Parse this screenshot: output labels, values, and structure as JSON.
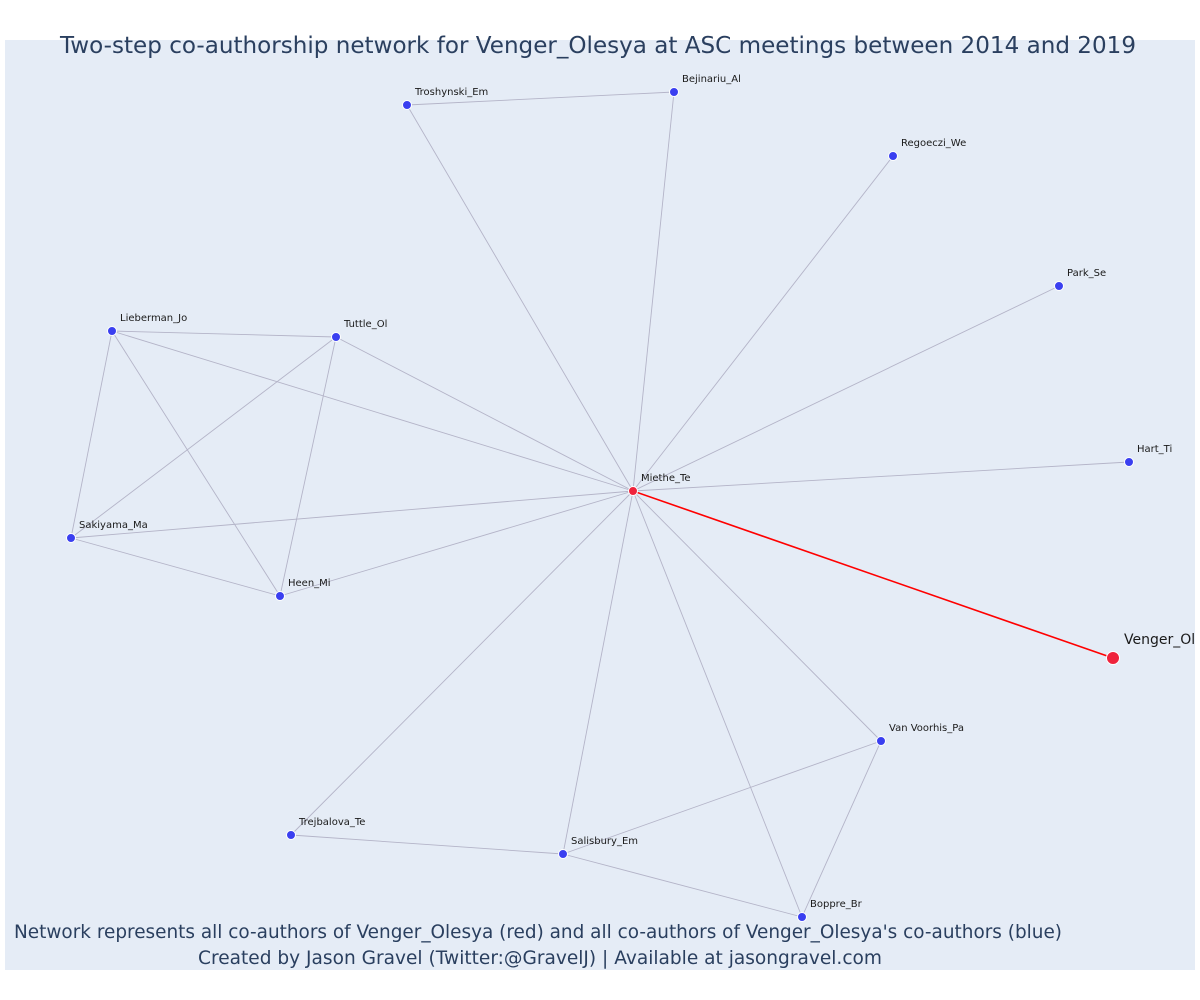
{
  "title": "Two-step co-authorship network for Venger_Olesya at ASC meetings between 2014 and 2019",
  "footer": {
    "line1": "Network represents all co-authors of Venger_Olesya (red) and all co-authors of Venger_Olesya's co-authors (blue)",
    "line2": "Created by Jason Gravel (Twitter:@GravelJ) | Available at jasongravel.com"
  },
  "colors": {
    "plot_background": "#e5ecf6",
    "first_degree": "#ef233c",
    "second_degree": "#3a3ff0",
    "edge": "#b4b4c8",
    "ego_edge": "#ff0000",
    "text": "#2a3f5f"
  },
  "chart_data": {
    "type": "network",
    "ego": "Venger_Ol",
    "nodes": [
      {
        "id": "Venger_Ol",
        "group": "ego"
      },
      {
        "id": "Miethe_Te",
        "group": "first_degree"
      },
      {
        "id": "Troshynski_Em",
        "group": "second_degree"
      },
      {
        "id": "Bejinariu_Al",
        "group": "second_degree"
      },
      {
        "id": "Regoeczi_We",
        "group": "second_degree"
      },
      {
        "id": "Park_Se",
        "group": "second_degree"
      },
      {
        "id": "Lieberman_Jo",
        "group": "second_degree"
      },
      {
        "id": "Tuttle_Ol",
        "group": "second_degree"
      },
      {
        "id": "Hart_Ti",
        "group": "second_degree"
      },
      {
        "id": "Sakiyama_Ma",
        "group": "second_degree"
      },
      {
        "id": "Heen_Mi",
        "group": "second_degree"
      },
      {
        "id": "Van Voorhis_Pa",
        "group": "second_degree"
      },
      {
        "id": "Trejbalova_Te",
        "group": "second_degree"
      },
      {
        "id": "Salisbury_Em",
        "group": "second_degree"
      },
      {
        "id": "Boppre_Br",
        "group": "second_degree"
      }
    ],
    "edges": [
      [
        "Miethe_Te",
        "Venger_Ol"
      ],
      [
        "Miethe_Te",
        "Troshynski_Em"
      ],
      [
        "Miethe_Te",
        "Bejinariu_Al"
      ],
      [
        "Miethe_Te",
        "Regoeczi_We"
      ],
      [
        "Miethe_Te",
        "Park_Se"
      ],
      [
        "Miethe_Te",
        "Hart_Ti"
      ],
      [
        "Miethe_Te",
        "Lieberman_Jo"
      ],
      [
        "Miethe_Te",
        "Tuttle_Ol"
      ],
      [
        "Miethe_Te",
        "Sakiyama_Ma"
      ],
      [
        "Miethe_Te",
        "Heen_Mi"
      ],
      [
        "Miethe_Te",
        "Van Voorhis_Pa"
      ],
      [
        "Miethe_Te",
        "Trejbalova_Te"
      ],
      [
        "Miethe_Te",
        "Salisbury_Em"
      ],
      [
        "Miethe_Te",
        "Boppre_Br"
      ],
      [
        "Troshynski_Em",
        "Bejinariu_Al"
      ],
      [
        "Lieberman_Jo",
        "Tuttle_Ol"
      ],
      [
        "Lieberman_Jo",
        "Sakiyama_Ma"
      ],
      [
        "Lieberman_Jo",
        "Heen_Mi"
      ],
      [
        "Tuttle_Ol",
        "Sakiyama_Ma"
      ],
      [
        "Tuttle_Ol",
        "Heen_Mi"
      ],
      [
        "Sakiyama_Ma",
        "Heen_Mi"
      ],
      [
        "Trejbalova_Te",
        "Salisbury_Em"
      ],
      [
        "Salisbury_Em",
        "Van Voorhis_Pa"
      ],
      [
        "Salisbury_Em",
        "Boppre_Br"
      ],
      [
        "Van Voorhis_Pa",
        "Boppre_Br"
      ]
    ]
  }
}
